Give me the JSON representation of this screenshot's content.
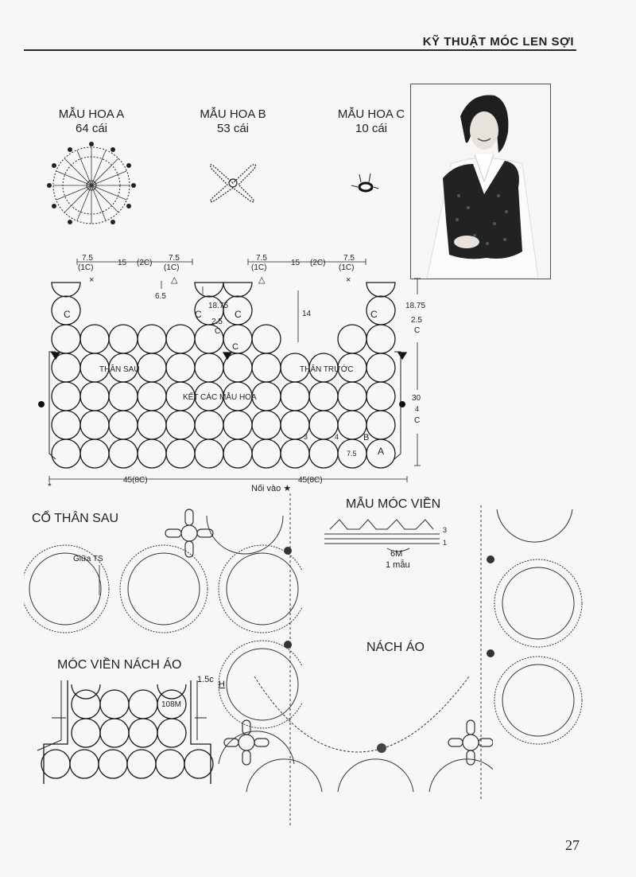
{
  "header": {
    "title": "KỸ THUẬT MÓC LEN SỢI"
  },
  "motifs": [
    {
      "name": "MẪU HOA A",
      "count": "64 cái"
    },
    {
      "name": "MẪU HOA B",
      "count": "53 cái"
    },
    {
      "name": "MẪU HOA C",
      "count": "10 cái"
    }
  ],
  "photo": {
    "alt": "Woman wearing a black crochet motif vest over a white shirt"
  },
  "schematic": {
    "back_label": "THÂN SAU",
    "front_label": "THÂN TRƯỚC",
    "join_label": "KẾT CÁC MẪU HOA",
    "strap_width": "7.5",
    "strap_count": "(1C)",
    "neck_width": "15",
    "neck_count": "(2C)",
    "back_neck_depth": "6.5",
    "front_neck_depth": "14",
    "armhole_height": "18.75",
    "armhole_motifs_top": "2.5",
    "armhole_motifs_unit": "C",
    "body_height": "30",
    "body_motifs": "4",
    "body_motifs_unit": "C",
    "half_width": "45(8C)",
    "motif_a_label": "A",
    "motif_b_label": "B",
    "motif_c_label": "C",
    "motif_diameter": "7.5",
    "gap_3": "3",
    "gap_4": "4",
    "mark_cross": "×",
    "mark_triangle": "△",
    "asterisk": "*"
  },
  "join_note": "Nối vào ★",
  "neck_section": {
    "title": "CỔ THÂN SAU",
    "center_label": "Giữa TS"
  },
  "edging_section": {
    "title": "MẪU MÓC VIỀN",
    "repeat": "6M",
    "repeat_note": "1 mẫu",
    "row_3": "3",
    "row_1": "1"
  },
  "armhole_section": {
    "title": "MÓC VIỀN NÁCH ÁO",
    "stitches": "108M",
    "width": "1.5c",
    "unit": "H"
  },
  "armhole_detail": {
    "title": "NÁCH ÁO"
  },
  "page_number": "27",
  "colors": {
    "ink": "#1a1a1a",
    "paper": "#f7f7f5",
    "fill_dark": "#111111"
  }
}
